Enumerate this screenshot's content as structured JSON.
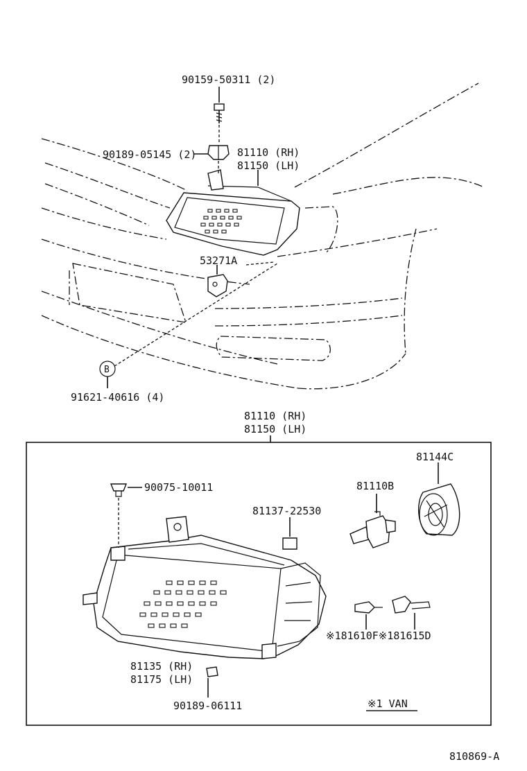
{
  "callouts": {
    "screw_90159": "90159-50311 (2)",
    "nut_90189": "90189-05145 (2)",
    "unit_top_rh": "81110 (RH)",
    "unit_top_lh": "81150 (LH)",
    "bracket_53271": "53271A",
    "ref_b": "B",
    "screw_91621": "91621-40616 (4)",
    "box_title_rh": "81110 (RH)",
    "box_title_lh": "81150 (LH)",
    "socket_cover": "81144C",
    "bulb_81110b": "81110B",
    "clip_90075": "90075-10011",
    "clip_81137": "81137-22530",
    "bulbs_18161": "※181610F※181615D",
    "lens_rh": "81135 (RH)",
    "lens_lh": "81175 (LH)",
    "screw_90189_06111": "90189-06111",
    "note_van": "※1 VAN",
    "drawing_number": "810869-A"
  },
  "icons": [
    "screw-icon",
    "clip-icon",
    "headlamp-icon",
    "bulb-icon",
    "socket-cover-icon",
    "wedge-bulb-icon",
    "bracket-icon"
  ]
}
